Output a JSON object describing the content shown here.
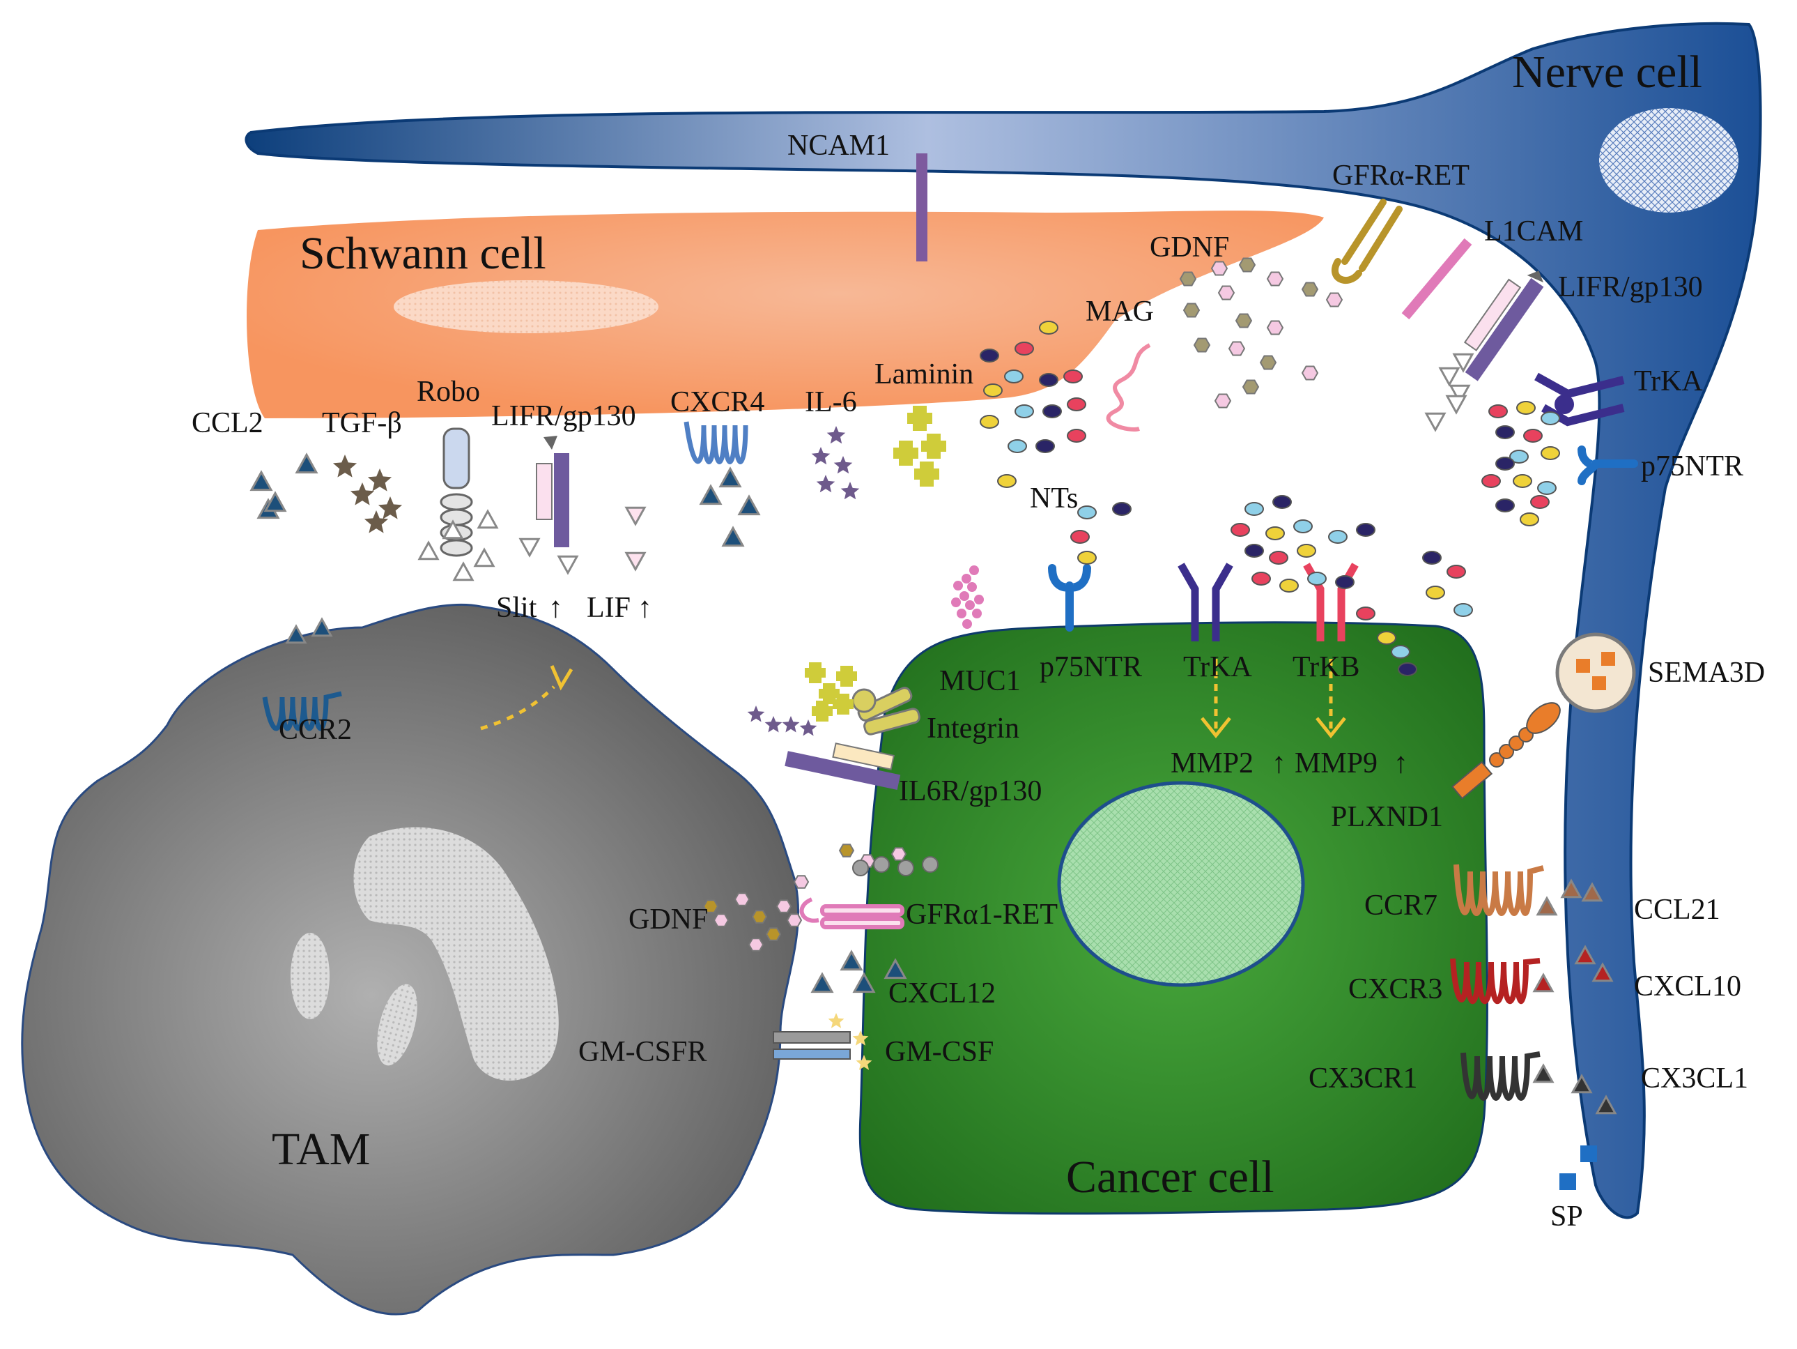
{
  "cells": {
    "nerve": "Nerve cell",
    "schwann": "Schwann cell",
    "tam": "TAM",
    "cancer": "Cancer cell"
  },
  "labels": {
    "ncam1": "NCAM1",
    "gfra_ret": "GFRα-RET",
    "l1cam": "L1CAM",
    "lifr_nerve": "LIFR/gp130",
    "trka_nerve": "TrKA",
    "p75_nerve": "p75NTR",
    "gdnf_top": "GDNF",
    "mag": "MAG",
    "laminin": "Laminin",
    "il6": "IL-6",
    "cxcr4": "CXCR4",
    "lifr_schwann": "LIFR/gp130",
    "robo": "Robo",
    "tgfb": "TGF-β",
    "ccl2": "CCL2",
    "nts": "NTs",
    "slit": "Slit",
    "lif": "LIF",
    "ccr2": "CCR2",
    "muc1": "MUC1",
    "p75_cancer": "p75NTR",
    "trka_cancer": "TrKA",
    "trkb": "TrKB",
    "integrin": "Integrin",
    "il6r": "IL6R/gp130",
    "mmp2": "MMP2",
    "mmp9": "MMP9",
    "sema3d": "SEMA3D",
    "plxnd1": "PLXND1",
    "gdnf_tam": "GDNF",
    "gfra1_ret": "GFRα1-RET",
    "cxcl12": "CXCL12",
    "gmcsfr": "GM-CSFR",
    "gmcsf": "GM-CSF",
    "ccr7": "CCR7",
    "ccl21": "CCL21",
    "cxcr3": "CXCR3",
    "cxcl10": "CXCL10",
    "cx3cr1": "CX3CR1",
    "cx3cl1": "CX3CL1",
    "sp": "SP",
    "up_arrow": "↑"
  },
  "colors": {
    "nerve_dark": "#0e4a8f",
    "nerve_light": "#9ab0d6",
    "schwann": "#f7a57c",
    "tam": "#7a7a7a",
    "cancer": "#3a9a2e",
    "nucleus_cancer": "#a9dfae",
    "receptor_purple": "#3b2e8c",
    "receptor_red": "#e8425e",
    "p75_blue": "#1f6fc4",
    "gdnf_gold": "#b8942a",
    "l1cam_pink": "#e07ab8",
    "ccr7": "#c97a45",
    "cxcr3": "#b52222",
    "cx3cr1": "#333333",
    "sema3d": "#e97d2a"
  }
}
